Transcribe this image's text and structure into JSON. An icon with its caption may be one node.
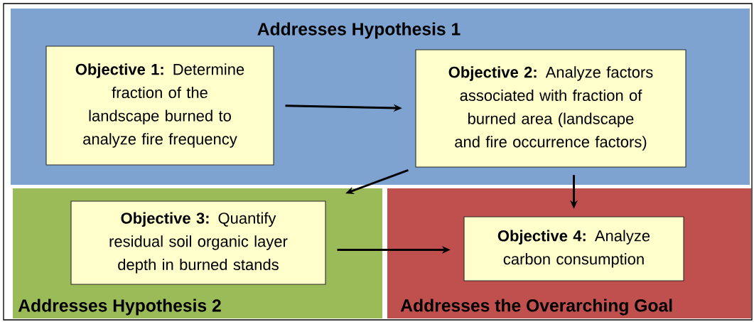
{
  "diagram": {
    "nodes": [
      {
        "text": [
          "Addresses Hypothesis 1"
        ]
      },
      {
        "text": [
          "**Objective 1:** Determine fraction of the landscape burned to analyze fire frequency"
        ],
        "in": 0
      },
      {
        "text": [
          "**Objective 2:** Analyze factors associated with fraction of burned area (landscape and fire occurrence factors)"
        ],
        "in": 0
      },
      {
        "text": [
          "Addresses Hypothesis 2"
        ]
      },
      {
        "text": [
          "**Objective 3:** Quantify residual soil organic layer depth in burned stands"
        ],
        "in": 3
      },
      {
        "text": [
          "Addresses the Overarching Goal"
        ]
      },
      {
        "text": [
          "**Objective 4:** Analyze carbon consumption"
        ],
        "in": 5
      }
    ],
    "edges": [
      {
        "from": 1,
        "to": 2,
        "arrow": "to"
      },
      {
        "from": 2,
        "to": 4,
        "arrow": "to"
      },
      {
        "from": 2,
        "to": 6,
        "arrow": "to"
      },
      {
        "from": 4,
        "to": 6,
        "arrow": "to"
      }
    ]
  }
}
